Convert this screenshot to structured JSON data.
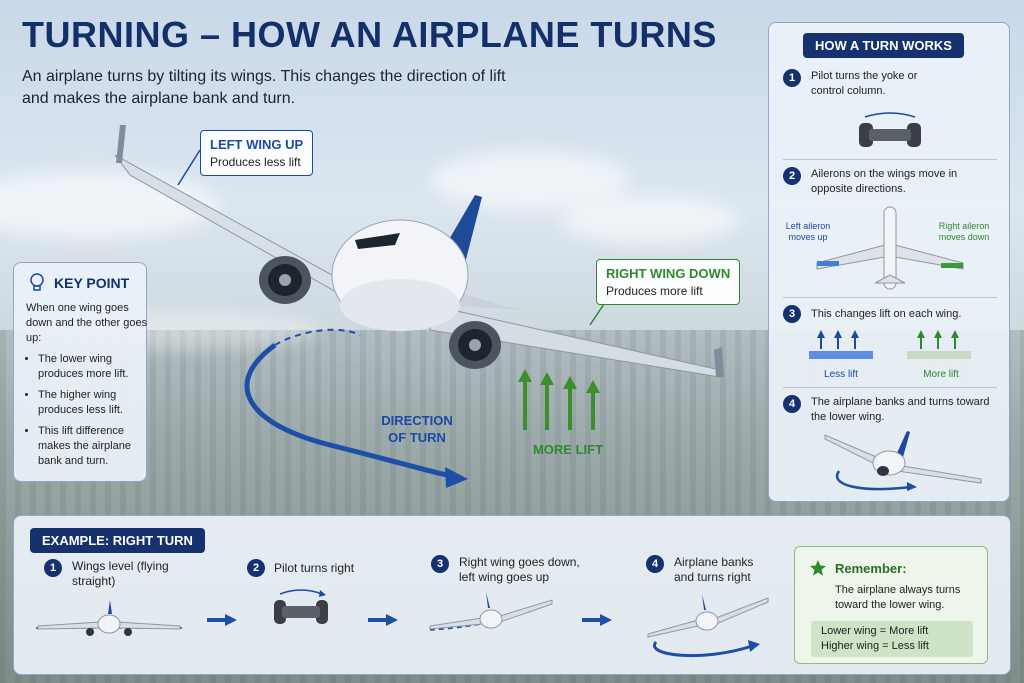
{
  "title": "TURNING – HOW AN AIRPLANE TURNS",
  "subtitle": "An airplane turns by tilting its wings. This changes the direction of lift and makes the airplane bank and turn.",
  "callouts": {
    "left_wing": {
      "heading": "LEFT WING UP",
      "text": "Produces less lift"
    },
    "right_wing": {
      "heading": "RIGHT WING DOWN",
      "text": "Produces more lift"
    }
  },
  "labels": {
    "direction_of_turn": "DIRECTION OF TURN",
    "more_lift": "MORE LIFT"
  },
  "key_point": {
    "title": "KEY POINT",
    "intro": "When one wing goes down and the other goes up:",
    "bullets": [
      "The lower wing produces more lift.",
      "The higher wing produces less lift.",
      "This lift difference makes the airplane bank and turn."
    ]
  },
  "how_turn_works": {
    "title": "HOW A TURN WORKS",
    "steps": [
      {
        "num": "1",
        "text": "Pilot turns the yoke or control column."
      },
      {
        "num": "2",
        "text": "Ailerons on the wings move in opposite directions."
      },
      {
        "num": "3",
        "text": "This changes lift on each wing."
      },
      {
        "num": "4",
        "text": "The airplane banks and turns toward the lower wing."
      }
    ],
    "left_aileron": "Left aileron moves up",
    "right_aileron": "Right aileron moves down",
    "less_lift": "Less lift",
    "more_lift": "More lift"
  },
  "example": {
    "title": "EXAMPLE: RIGHT TURN",
    "steps": [
      {
        "num": "1",
        "text": "Wings level (flying straight)"
      },
      {
        "num": "2",
        "text": "Pilot turns right"
      },
      {
        "num": "3",
        "text": "Right wing goes down, left wing goes up"
      },
      {
        "num": "4",
        "text": "Airplane banks and turns right"
      }
    ]
  },
  "remember": {
    "title": "Remember:",
    "text": "The airplane always turns toward the lower wing.",
    "line1": "Lower wing = More lift",
    "line2": "Higher wing = Less lift"
  },
  "colors": {
    "navy": "#15326e",
    "blue": "#1a4aa5",
    "green": "#2d8a2d"
  }
}
